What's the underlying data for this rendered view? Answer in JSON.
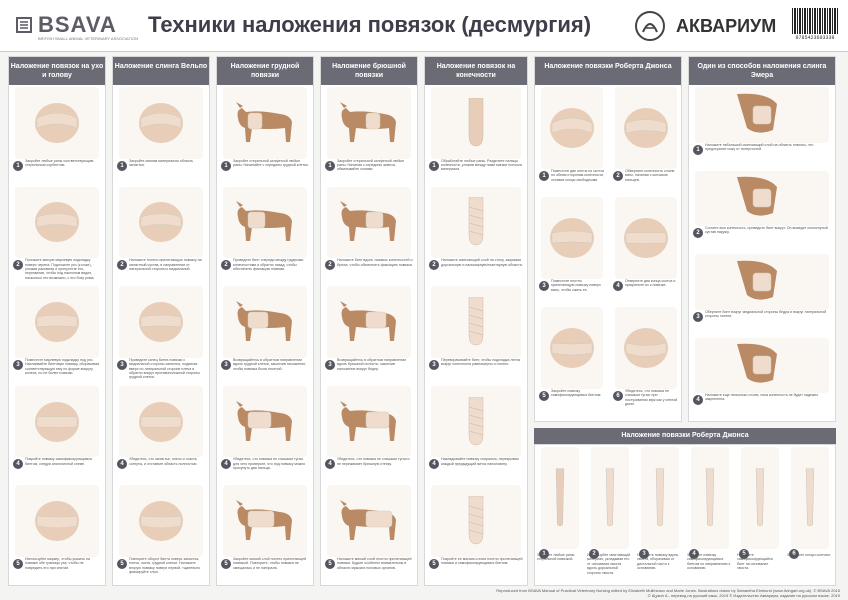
{
  "header": {
    "logo_left": "BSAVA",
    "logo_left_sub": "BRITISH SMALL ANIMAL VETERINARY ASSOCIATION",
    "title": "Техники наложения повязок (десмургия)",
    "logo_right": "АКВАРИУМ",
    "barcode_digits": "9785423603339"
  },
  "columns": [
    {
      "title": "Наложение повязок на ухо и голову",
      "steps": [
        {
          "n": "1",
          "text": "Закройте любые раны соответствующим стерильным сорбентом."
        },
        {
          "n": "2",
          "text": "Положите мягкую марлевую подкладку поверх черепа. Подложите ухо (к коже), уложив раковины и пропустите его, перехватив, чтобы под наклоном видел, насколько это возможно, с его боку рома."
        },
        {
          "n": "3",
          "text": "Поместите марлевую подкладку под ухо. Наслаивайте бинтовую повязку, оборачивая соответствующую ему по форме вокругу колеса, по не более повязки."
        },
        {
          "n": "4",
          "text": "Покройте повязку самофиксирующимся бинтом, следуя аналогичной схеме."
        },
        {
          "n": "5",
          "text": "Используйте маркер, чтобы указать на повязке обе границы уха, чтобы не повредить его при снятии."
        }
      ]
    },
    {
      "title": "Наложение слинга Вельпо",
      "steps": [
        {
          "n": "1",
          "text": "Закройте мягким материалом область запястья."
        },
        {
          "n": "2",
          "text": "Наложите плотно прилегающую повязку на запястный сустав, в направлении от латеральной стороны к медиальной."
        },
        {
          "n": "3",
          "text": "Проведите конец бинта повязки с медиальной стороны запястья, подвигая вверх по латеральной стороне плеча и обратно вокруг противоположной стороны грудной клетки."
        },
        {
          "n": "4",
          "text": "Убедитесь, что запястье, плечо и локоть согнуты, и отставьте область полностью."
        },
        {
          "n": "5",
          "text": "Повторите оборот бинта поверх запястья, плеча, локтя, грудной клетки. Наложите вторую повязку поверх первой, тщательно фиксируйте слои."
        }
      ]
    },
    {
      "title": "Наложение грудной повязки",
      "steps": [
        {
          "n": "1",
          "text": "Закройте стерильной салфеткой любые раны. Начинайте с середины грудной клетки."
        },
        {
          "n": "2",
          "text": "Проведите бинт спереди между грудными конечностями и обратно назад, чтобы обеспечить фиксацию повязки."
        },
        {
          "n": "3",
          "text": "Возвращайтесь в обратном направлении вдоль грудной клетки, закончив наложение, чтобы повязка была плотной."
        },
        {
          "n": "4",
          "text": "Убедитесь, что повязка не слишком тугая, для чего проверьте, что под повязку можно просунуть два пальца."
        },
        {
          "n": "5",
          "text": "Закройте мягкий слой плотно прилегающей повязкой. Повторите, чтобы повязка не смещалась и не натирала."
        }
      ]
    },
    {
      "title": "Наложение брюшной повязки",
      "steps": [
        {
          "n": "1",
          "text": "Закройте стерильной салфеткой любые раны. Начиная с середины живота, обматывайте слоями."
        },
        {
          "n": "2",
          "text": "Наложите бинт вдоль тазовых конечностей и брюха, чтобы обеспечить фиксацию повязки."
        },
        {
          "n": "3",
          "text": "Возвращайтесь в обратном направлении вдоль брюшной полости, закончив наложение вокруг бедер."
        },
        {
          "n": "4",
          "text": "Убедитесь, что повязка не слишком тугая и не пережимает брюшную стенку."
        },
        {
          "n": "5",
          "text": "Наложите мягкий слой плотно прилегающей повязки. Будьте особенно внимательны в области мужских половых органов."
        }
      ]
    },
    {
      "title": "Наложение повязок на конечности",
      "steps": [
        {
          "n": "1",
          "text": "Обработайте любые раны. Разделите пальцы конечности, уложив между ними мягкие полоски материала."
        },
        {
          "n": "2",
          "text": "Наложите смягчающий слой на стопу, закрывая дорсальную и пальмарную/плантарную области."
        },
        {
          "n": "3",
          "text": "Переворачивайте бинт, чтобы подкладка легла вокруг конечности равномерно и плотно."
        },
        {
          "n": "4",
          "text": "Накладывайте повязку спиралью, перекрывая каждый предыдущий виток наполовину."
        },
        {
          "n": "5",
          "text": "Покройте ее мягким слоем плотно прилегающей повязки и самофиксирующимся бинтом."
        }
      ]
    },
    {
      "title": "Наложение повязки Роберта Джонса",
      "steps": [
        {
          "n": "1",
          "text": "Поместите две ленты из скотча по обеим сторонам конечности, оставив концы свободными."
        },
        {
          "n": "2",
          "text": "Обверните конечность слоем ваты, начиная с кончиков пальцев."
        },
        {
          "n": "3",
          "text": "Поместите плотно прилегающую повязку поверх ваты, чтобы сжать ее."
        },
        {
          "n": "4",
          "text": "Отверните два конца скотча и прикрепите их к повязке."
        },
        {
          "n": "5",
          "text": "Закройте повязку самофиксирующимся бинтом."
        },
        {
          "n": "6",
          "text": "Убедитесь, что повязка не слишком тугая: при постукивании звук как у спелой дыни."
        }
      ]
    },
    {
      "title": "Один из способов наложения слинга Эмера",
      "steps": [
        {
          "n": "1",
          "text": "Наложите небольшой смягчающий слой на область плюсны, что предохранит кожу от потертостей."
        },
        {
          "n": "2",
          "text": "Согните всю конечность, проведите бинт вокруг. Он выведет сплюснутый сустав наружу."
        },
        {
          "n": "3",
          "text": "Оберните бинт вокруг медиальной стороны бедра и вокруг латеральной стороны голени."
        },
        {
          "n": "4",
          "text": "Наложите еще несколько слоев, пока конечность не будет надежно закреплена."
        }
      ]
    }
  ],
  "bottom_section": {
    "title": "Наложение повязки Роберта Джонса",
    "steps": [
      {
        "n": "1",
        "text": "Закройте любые раны стерильной повязкой."
      },
      {
        "n": "2",
        "text": "Используйте смягчающий материал, укладывая его от основания хвоста вдоль дорсальной стороны хвоста."
      },
      {
        "n": "3",
        "text": "Наложите повязку вдоль хвоста, оборачивая от дистальной части к основанию."
      },
      {
        "n": "4",
        "text": "Закройте повязку самофиксирующимся бинтом по направлению к основанию."
      },
      {
        "n": "5",
        "text": "Наложите самофиксирующийся бинт на основание хвоста."
      },
      {
        "n": "6",
        "text": "Закрепите концы скотчем."
      }
    ]
  },
  "footer": {
    "line1": "Reproduced from BSAVA Manual of Practical Veterinary Nursing edited by Elizabeth Mullineaux and Marie Jones. Illustrations drawn by Samantha Elmhurst (www.livingart.org.uk). © BSAVA 2015",
    "line2": "© Щукин А., перевод на русский язык, 2019     © Издательство Аквариум, издание на русском языке, 2019"
  },
  "colors": {
    "header_band": "#6b6b76",
    "skin": "#e8cdb8",
    "dog": "#b98a64",
    "bandage": "#f0dccd"
  }
}
